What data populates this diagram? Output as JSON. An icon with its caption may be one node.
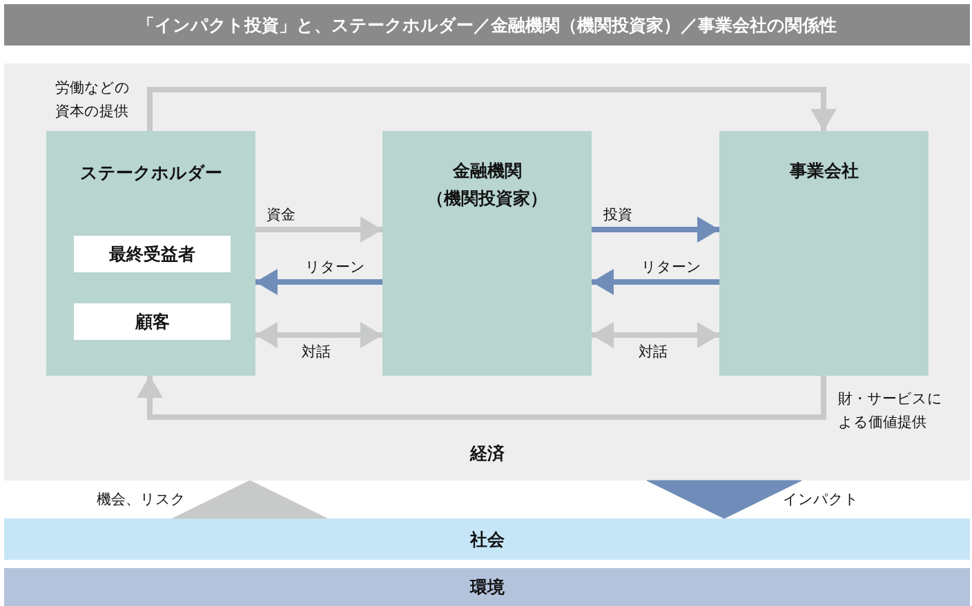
{
  "diagram": {
    "title": "「インパクト投資」と、ステークホルダー／金融機関（機関投資家）／事業会社の関係性",
    "nodes": [
      {
        "text": [
          "経済"
        ]
      },
      {
        "text": [
          "ステークホルダー"
        ],
        "in": 0
      },
      {
        "text": [
          "最終受益者"
        ],
        "in": 1
      },
      {
        "text": [
          "顧客"
        ],
        "in": 1
      },
      {
        "text": [
          "金融機関（機関投資家）"
        ],
        "in": 0
      },
      {
        "text": [
          "事業会社"
        ],
        "in": 0
      },
      {
        "text": [
          "社会"
        ]
      },
      {
        "text": [
          "環境"
        ]
      }
    ],
    "edges": [
      {
        "from": 1,
        "to": 5,
        "arrow": "to",
        "label": "労働などの資本の提供"
      },
      {
        "from": 1,
        "to": 4,
        "arrow": "to",
        "label": "資金"
      },
      {
        "from": 4,
        "to": 1,
        "arrow": "to",
        "label": "リターン",
        "color": "#6f8db8"
      },
      {
        "from": 1,
        "to": 4,
        "arrow": "both",
        "label": "対話"
      },
      {
        "from": 4,
        "to": 5,
        "arrow": "to",
        "label": "投資",
        "color": "#6f8db8"
      },
      {
        "from": 5,
        "to": 4,
        "arrow": "to",
        "label": "リターン",
        "color": "#6f8db8"
      },
      {
        "from": 4,
        "to": 5,
        "arrow": "both",
        "label": "対話"
      },
      {
        "from": 5,
        "to": 1,
        "arrow": "to",
        "label": "財・サービスによる価値提供"
      },
      {
        "from": 6,
        "to": 0,
        "arrow": "to",
        "label": "機会、リスク"
      },
      {
        "from": 0,
        "to": 6,
        "arrow": "to",
        "label": "インパクト",
        "color": "#6f8db8"
      }
    ]
  }
}
